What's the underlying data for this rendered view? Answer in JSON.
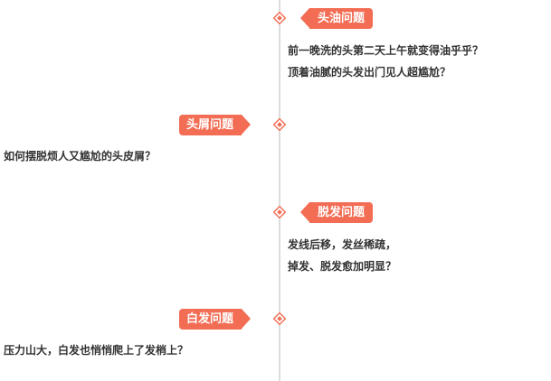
{
  "timeline": {
    "accent_color": "#f26d54",
    "line_color": "#dcdcdc",
    "items": [
      {
        "title": "头油问题",
        "lines": [
          "前一晚洗的头第二天上午就变得油乎乎？",
          "顶着油腻的头发出门见人超尴尬？"
        ]
      },
      {
        "title": "头屑问题",
        "lines": [
          "如何摆脱烦人又尴尬的头皮屑？"
        ]
      },
      {
        "title": "脱发问题",
        "lines": [
          "发线后移，发丝稀疏，",
          "掉发、脱发愈加明显？"
        ]
      },
      {
        "title": "白发问题",
        "lines": [
          "压力山大，白发也悄悄爬上了发梢上？"
        ]
      }
    ]
  }
}
